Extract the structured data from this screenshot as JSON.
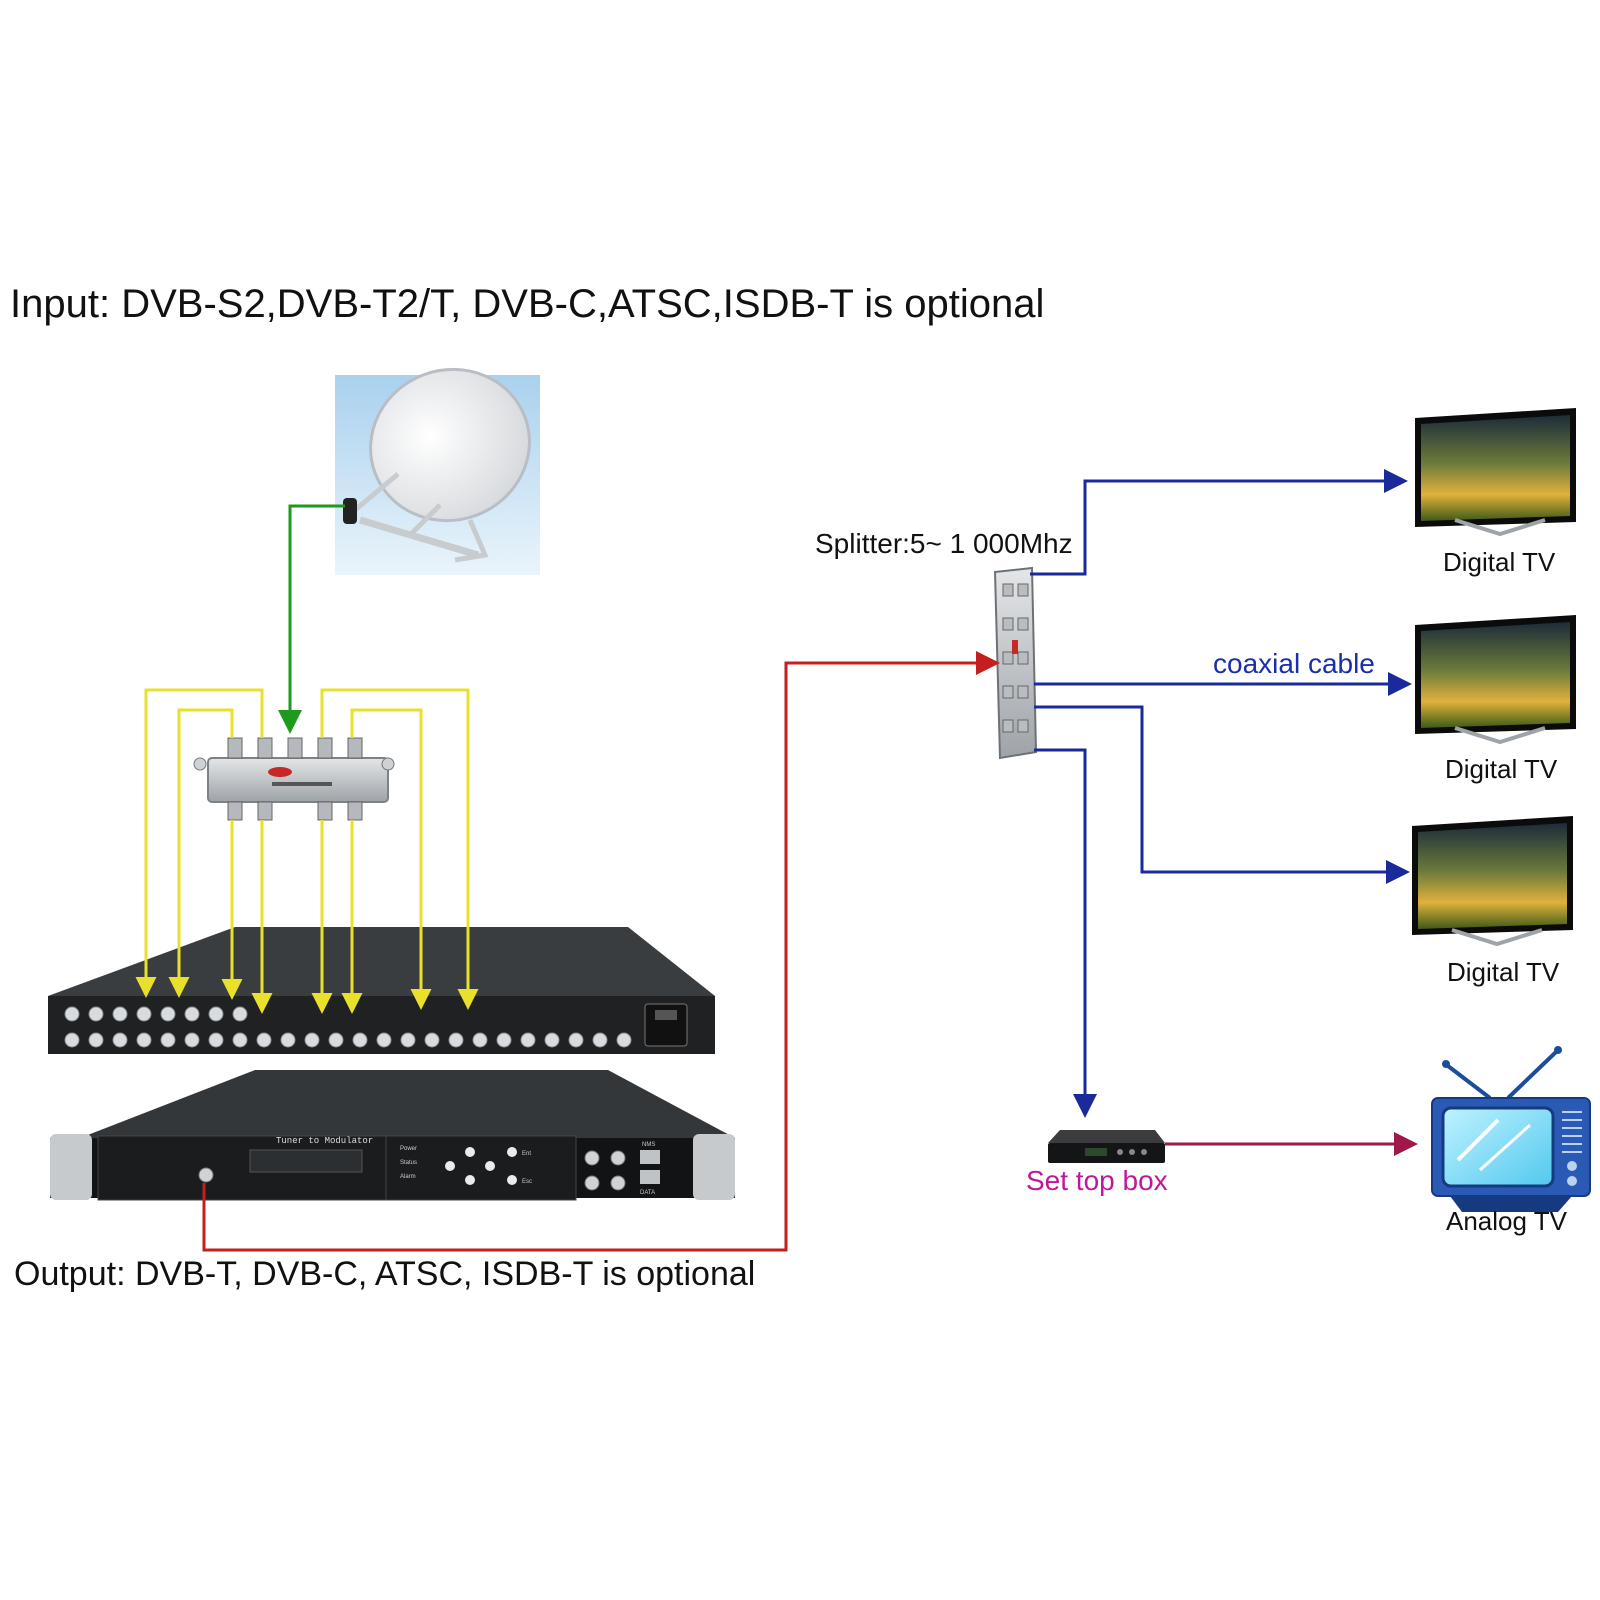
{
  "labels": {
    "input": "Input: DVB-S2,DVB-T2/T, DVB-C,ATSC,ISDB-T is optional",
    "output": "Output: DVB-T, DVB-C, ATSC, ISDB-T is optional",
    "splitter": "Splitter:5~ 1 000Mhz",
    "coaxial_cable": "coaxial cable",
    "set_top_box": "Set top box",
    "digital_tv": [
      "Digital TV",
      "Digital TV",
      "Digital TV"
    ],
    "analog_tv": "Analog TV"
  },
  "device_text": {
    "front_panel_title": "Tuner to Modulator",
    "leds": [
      "Power",
      "Status",
      "Alarm"
    ],
    "keys": [
      "Ent",
      "Esc"
    ],
    "ports": [
      "NMS",
      "DATA"
    ]
  },
  "colors": {
    "satellite_link": "#1e9a1e",
    "splitter_links": "#e8e02a",
    "rf_output_link": "#c41e1e",
    "coax_links": "#1a2a9a",
    "stb_to_analog": "#a0174a",
    "set_top_box_label": "#c0189c"
  },
  "icons": [
    "satellite-dish-icon",
    "rf-splitter-icon",
    "rack-device-rear-icon",
    "rack-device-front-icon",
    "coax-splitter-icon",
    "flat-tv-icon",
    "set-top-box-icon",
    "analog-tv-icon"
  ]
}
